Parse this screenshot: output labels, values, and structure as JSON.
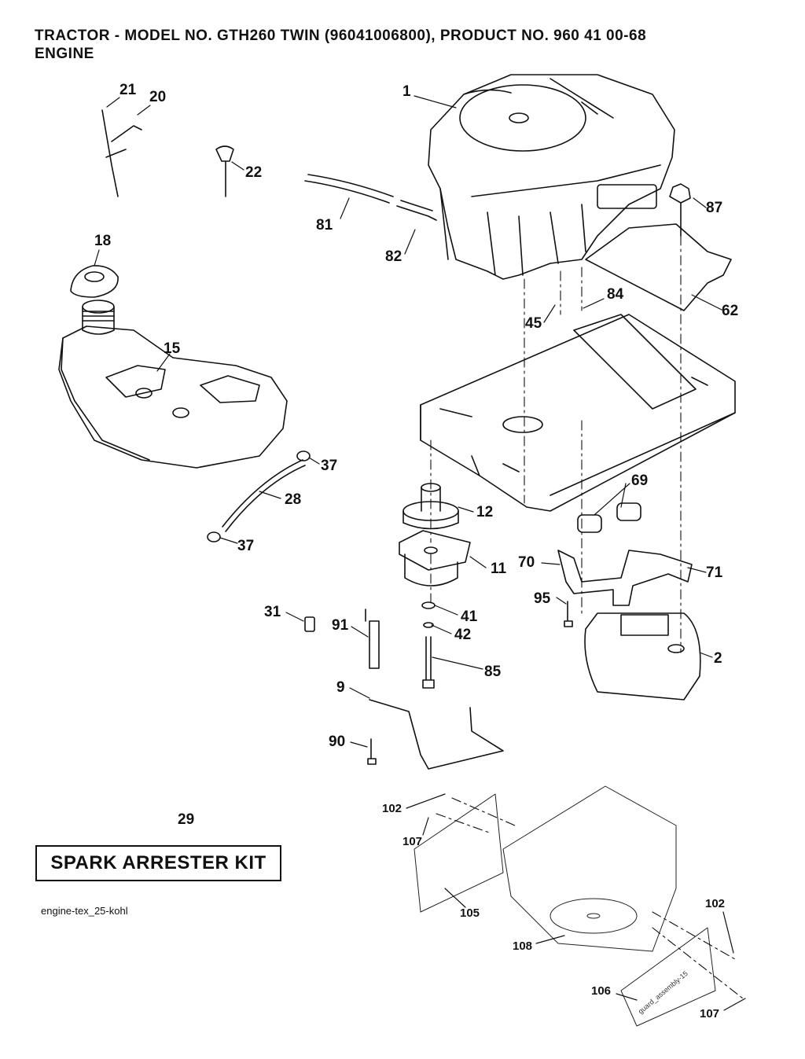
{
  "header": {
    "title": "TRACTOR - MODEL NO. GTH260 TWIN (96041006800), PRODUCT NO. 960 41 00-68",
    "subtitle": "ENGINE"
  },
  "kit": {
    "number": "29",
    "label": "SPARK ARRESTER KIT"
  },
  "diagram_code": "engine-tex_25-kohl",
  "watermark": "guard_assembly-15",
  "callouts": [
    "1",
    "2",
    "9",
    "11",
    "12",
    "15",
    "18",
    "20",
    "21",
    "22",
    "28",
    "31",
    "37",
    "37",
    "41",
    "42",
    "45",
    "62",
    "69",
    "70",
    "71",
    "81",
    "82",
    "84",
    "85",
    "87",
    "90",
    "91",
    "95",
    "102",
    "102",
    "105",
    "106",
    "107",
    "107",
    "108"
  ]
}
